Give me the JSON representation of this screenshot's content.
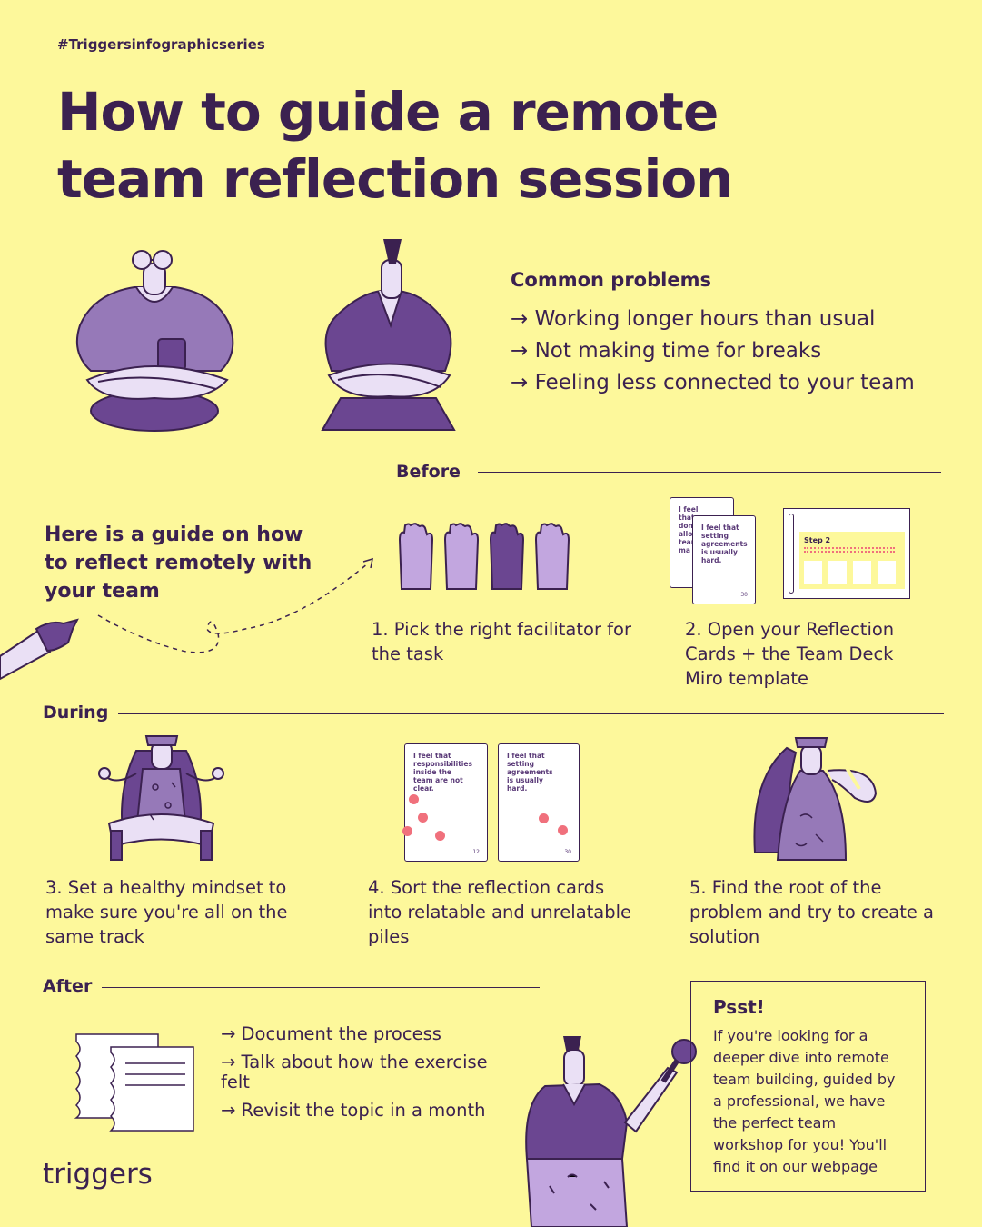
{
  "hashtag": "#Triggersinfographicseries",
  "title": "How to guide a remote team reflection session",
  "common_problems": {
    "title": "Common problems",
    "items": [
      "→ Working longer hours than usual",
      "→ Not making time for breaks",
      "→ Feeling less connected to your team"
    ]
  },
  "sections": {
    "before": "Before",
    "during": "During",
    "after": "After"
  },
  "guide_text": "Here is a guide on how to reflect remotely with your team",
  "steps": {
    "s1": "1. Pick the right facilitator for the task",
    "s2": "2. Open your Reflection Cards + the Team Deck Miro template",
    "s3": "3. Set a healthy mindset to make sure you're all on the same track",
    "s4": "4. Sort the reflection cards into relatable and unrelatable piles",
    "s5": "5. Find the root of the problem and try to create a solution"
  },
  "cards": {
    "c1_text": "I feel that responsibilities inside the team are not clear.",
    "c1_num": "12",
    "c2_text": "I feel that setting agreements is usually hard.",
    "c2_num": "30",
    "back_text": "I feel that we don't allow team to ma",
    "miro_step": "Step 2"
  },
  "after_items": [
    "→ Document the process",
    "→ Talk about how the exercise felt",
    "→ Revisit the topic in a month"
  ],
  "psst": {
    "title": "Psst!",
    "body": "If you're looking for a deeper dive into remote team building, guided by a professional, we have the perfect team workshop for you! You'll find it on our webpage"
  },
  "brand": "triggers",
  "colors": {
    "background": "#fdf89b",
    "text": "#3b2150",
    "purple_dark": "#6b4691",
    "purple_mid": "#9679b8",
    "purple_light": "#c9b4e0",
    "accent_red": "#f0707c"
  }
}
